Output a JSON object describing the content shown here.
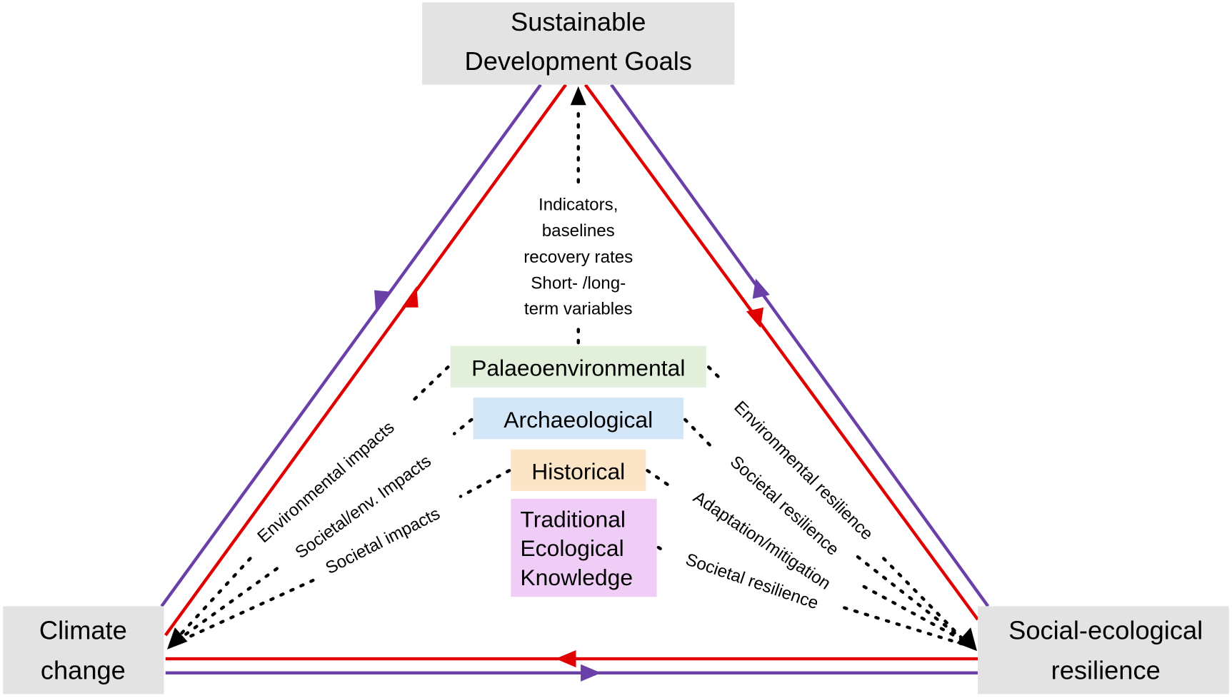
{
  "nodes": {
    "sdg": [
      "Sustainable",
      "Development Goals"
    ],
    "climate": [
      "Climate",
      "change"
    ],
    "resilience": [
      "Social-ecological",
      "resilience"
    ]
  },
  "sources": {
    "palaeo": "Palaeoenvironmental",
    "archaeo": "Archaeological",
    "historical": "Historical",
    "tek": [
      "Traditional",
      "Ecological",
      "Knowledge"
    ]
  },
  "sdg_link_label": [
    "Indicators,",
    "baselines",
    "recovery rates",
    "Short- /long-",
    "term variables"
  ],
  "impact_labels": [
    "Environmental impacts",
    "Societal/env. Impacts",
    "Societal impacts"
  ],
  "resilience_labels": [
    "Environmental resilience",
    "Societal resilience",
    "Adaptation/mitigation",
    "Societal resilience"
  ],
  "colors": {
    "node_fill": "#e3e3e3",
    "palaeo_fill": "#e2efda",
    "archaeo_fill": "#d3e7f8",
    "historical_fill": "#fbe5c6",
    "tek_fill": "#efcdf6",
    "red": "#e00000",
    "purple": "#6a3fa8"
  }
}
